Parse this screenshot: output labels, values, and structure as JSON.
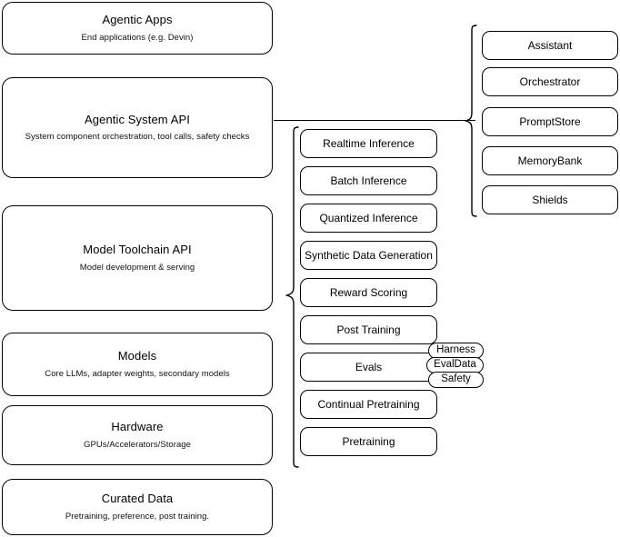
{
  "diagram": {
    "title": "Agentic stack layered architecture",
    "background_color": "#ffffff",
    "stroke_color": "#000000"
  },
  "left_stack": {
    "name": "platform-layers",
    "layers": [
      {
        "id": "agentic-apps",
        "title": "Agentic Apps",
        "subtitle": "End applications (e.g. Devin)"
      },
      {
        "id": "agentic-system-api",
        "title": "Agentic System API",
        "subtitle": "System component orchestration, tool calls, safety checks"
      },
      {
        "id": "model-toolchain-api",
        "title": "Model Toolchain API",
        "subtitle": "Model development & serving"
      },
      {
        "id": "models",
        "title": "Models",
        "subtitle": "Core LLMs, adapter weights, secondary models"
      },
      {
        "id": "hardware",
        "title": "Hardware",
        "subtitle": "GPUs/Accelerators/Storage"
      },
      {
        "id": "curated-data",
        "title": "Curated Data",
        "subtitle": "Pretraining, preference, post training."
      }
    ]
  },
  "middle_column": {
    "name": "model-toolchain-capabilities",
    "connects_to": "model-toolchain-api",
    "items": [
      {
        "id": "realtime-inference",
        "label": "Realtime Inference"
      },
      {
        "id": "batch-inference",
        "label": "Batch Inference"
      },
      {
        "id": "quantized-inference",
        "label": "Quantized Inference"
      },
      {
        "id": "synthetic-data-generation",
        "label": "Synthetic Data Generation"
      },
      {
        "id": "reward-scoring",
        "label": "Reward Scoring"
      },
      {
        "id": "post-training",
        "label": "Post Training"
      },
      {
        "id": "evals",
        "label": "Evals"
      },
      {
        "id": "continual-pretraining",
        "label": "Continual Pretraining"
      },
      {
        "id": "pretraining",
        "label": "Pretraining"
      }
    ],
    "evals_tags": [
      {
        "id": "harness",
        "label": "Harness"
      },
      {
        "id": "evaldata",
        "label": "EvalData"
      },
      {
        "id": "safety",
        "label": "Safety"
      }
    ]
  },
  "right_column": {
    "name": "agentic-system-components",
    "connects_to": "agentic-system-api",
    "items": [
      {
        "id": "assistant",
        "label": "Assistant"
      },
      {
        "id": "orchestrator",
        "label": "Orchestrator"
      },
      {
        "id": "promptstore",
        "label": "PromptStore"
      },
      {
        "id": "memorybank",
        "label": "MemoryBank"
      },
      {
        "id": "shields",
        "label": "Shields"
      }
    ]
  }
}
